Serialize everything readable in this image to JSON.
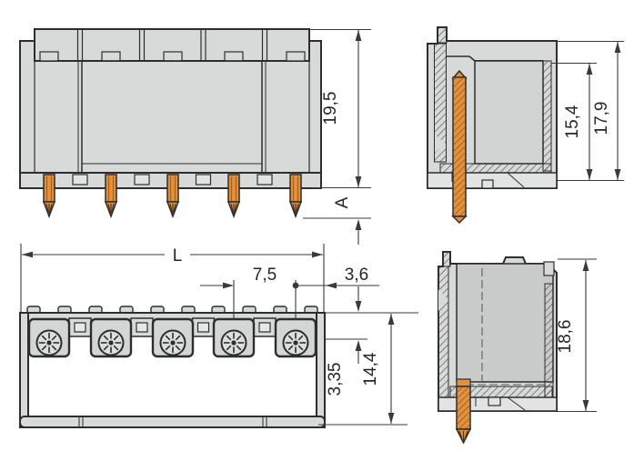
{
  "drawing_type": "connector-technical-drawing",
  "colors": {
    "background": "#ffffff",
    "outline": "#2d2d2d",
    "housing_gray": "#d8dad9",
    "housing_gray_dark": "#c9cbca",
    "pin_orange": "#e2913c",
    "dimension_line": "#3a3a3a",
    "text": "#262626"
  },
  "dims": {
    "front_height": "19,5",
    "front_pin_protrusion": "A",
    "side_collar_height": "15,4",
    "side_total_height": "17,9",
    "bottom_total_length": "L",
    "bottom_pitch": "7,5",
    "bottom_edge_offset": "3,6",
    "bottom_row_offset": "3,35",
    "bottom_depth": "14,4",
    "section_total_height": "18,6"
  }
}
